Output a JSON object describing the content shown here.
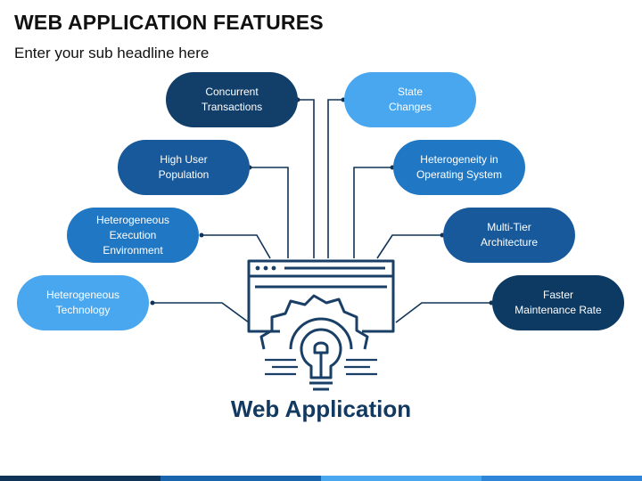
{
  "title": "WEB APPLICATION FEATURES",
  "subtitle": "Enter your sub headline here",
  "center_label": "Web Application",
  "colors": {
    "navy": "#123f6a",
    "deep_navy": "#0c3a63",
    "blue": "#1965ad",
    "mid_blue": "#2f85d7",
    "sky": "#48a7ef",
    "line": "#0f3457",
    "icon": "#1a3f66"
  },
  "features_left": [
    {
      "line1": "Concurrent",
      "line2": "Transactions",
      "color": "#123f6a"
    },
    {
      "line1": "High User",
      "line2": "Population",
      "color": "#17599a"
    },
    {
      "line1": "Heterogeneous",
      "line2": "Execution",
      "line3": "Environment",
      "color": "#2078c4"
    },
    {
      "line1": "Heterogeneous",
      "line2": "Technology",
      "color": "#48a7ef"
    }
  ],
  "features_right": [
    {
      "line1": "State",
      "line2": "Changes",
      "color": "#48a7ef"
    },
    {
      "line1": "Heterogeneity in",
      "line2": "Operating System",
      "color": "#2078c4"
    },
    {
      "line1": "Multi-Tier",
      "line2": "Architecture",
      "color": "#17599a"
    },
    {
      "line1": "Faster",
      "line2": "Maintenance Rate",
      "color": "#0c3a63"
    }
  ],
  "icons": [
    "browser-window-icon",
    "gear-icon",
    "lightbulb-icon"
  ]
}
